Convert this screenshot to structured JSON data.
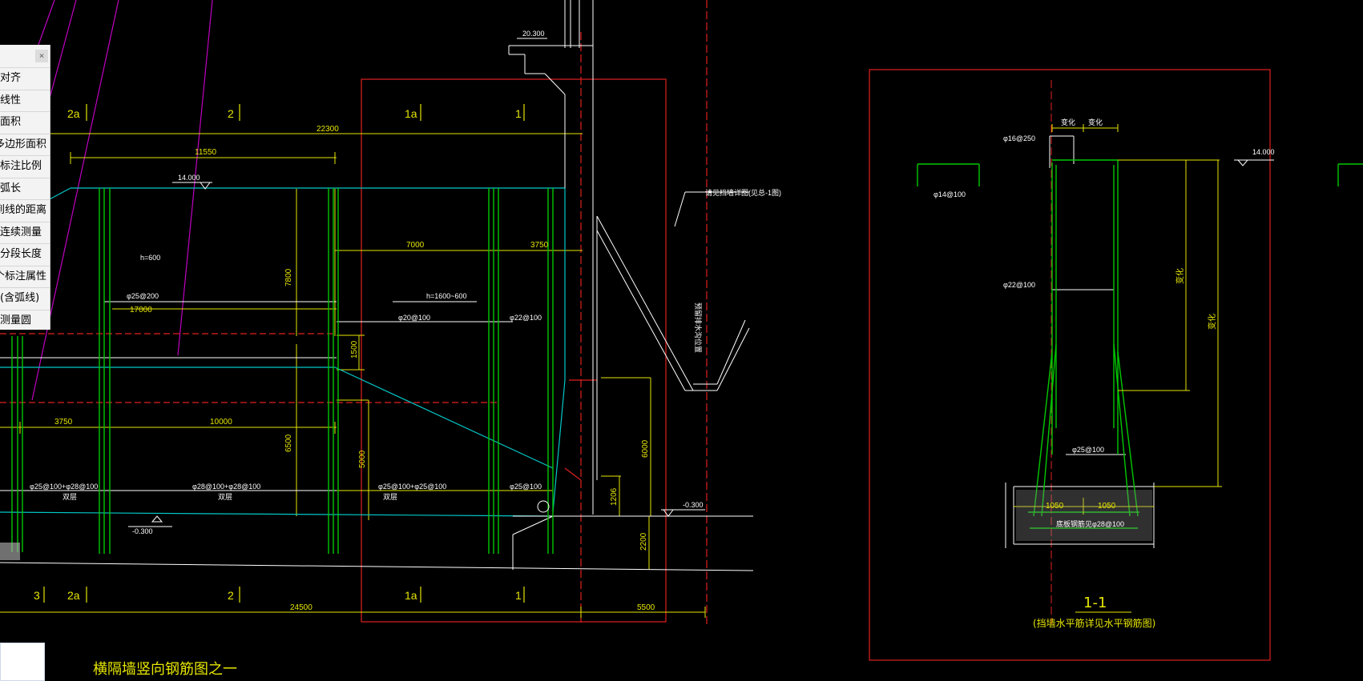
{
  "context_menu": {
    "close_label": "×",
    "items": [
      "对齐",
      "线性",
      "面积",
      "多边形面积",
      "标注比例",
      "弧长",
      "点到线的距离",
      "连续测量",
      "分段长度",
      "单个标注属性",
      "(含弧线)",
      "测量圆"
    ]
  },
  "drawing": {
    "axes_top": [
      "2a",
      "2",
      "1a",
      "1"
    ],
    "axes_bottom": [
      "3",
      "2a",
      "2",
      "1a",
      "1"
    ],
    "elevations": [
      "20.300",
      "14.000",
      "-0.300",
      "-0.300",
      "14.000"
    ],
    "dims": {
      "d22300": "22300",
      "d11550": "11550",
      "d7000": "7000",
      "d3750a": "3750",
      "d17000": "17000",
      "d3750b": "3750",
      "d10000": "10000",
      "d24500": "24500",
      "d5500": "5500",
      "d7800": "7800",
      "d1500": "1500",
      "d6500": "6500",
      "d5000": "5000",
      "d6000": "6000",
      "d1206": "1206",
      "d2200": "2200"
    },
    "rebar_labels": {
      "h600": "h=600",
      "h1600": "h=1600~600",
      "r25_200": "φ25@200",
      "r20_100": "φ20@100",
      "r22_100": "φ22@100",
      "r25_100_bot": "φ25@100",
      "r1": "φ25@100+φ28@100",
      "r2": "φ28@100+φ28@100",
      "r3": "φ25@100+φ25@100",
      "layer_a": "双层",
      "layer_b": "双层",
      "layer_c": "双层"
    },
    "callouts": {
      "side_note": "请见挡墙详图(见总-1图)",
      "vertical_note": "预留排水沟位置"
    },
    "section": {
      "top_dim_a": "变化",
      "top_dim_b": "变化",
      "r16_250": "φ16@250",
      "r14_100": "φ14@100",
      "r22_100": "φ22@100",
      "r25_100": "φ25@100",
      "base_a": "1050",
      "base_b": "1050",
      "base_note": "底板钢筋见φ28@100",
      "vert_a": "变化",
      "vert_b": "变化",
      "title": "1-1",
      "subtitle": "(挡墙水平筋详见水平钢筋图)"
    },
    "main_title": "横隔墙竖向钢筋图之一"
  },
  "colors": {
    "background": "#000000",
    "dimension": "#e6e600",
    "rebar": "#00c800",
    "structure": "#ffffff",
    "cyan_line": "#00c8c8",
    "red_frame": "#e02020",
    "magenta": "#c000c0"
  }
}
